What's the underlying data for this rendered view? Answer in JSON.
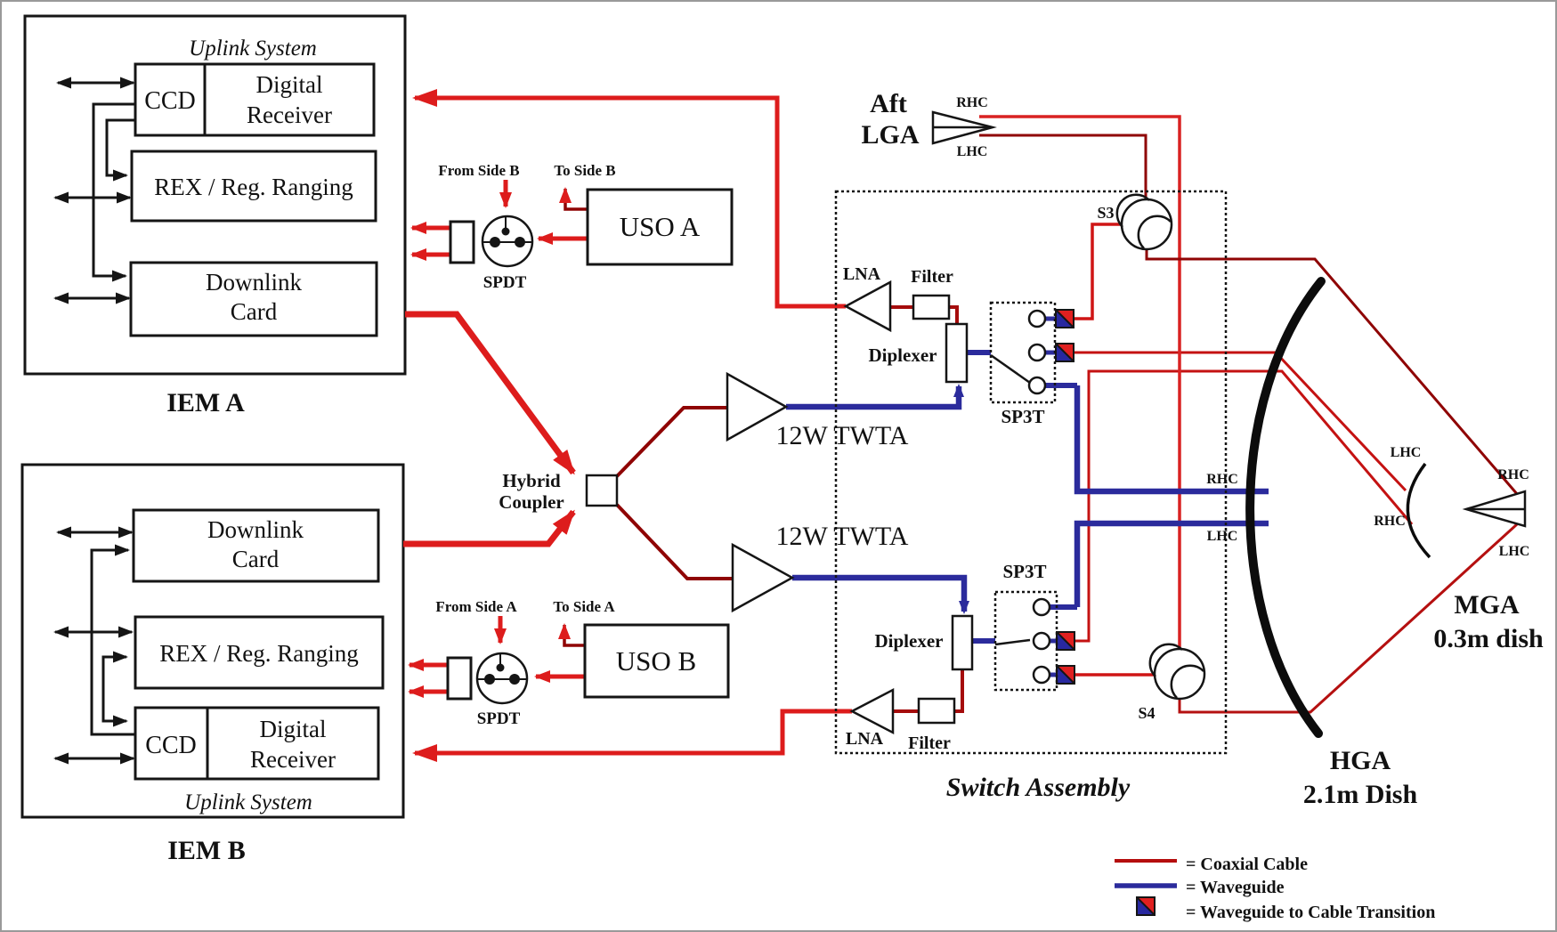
{
  "iem_a": {
    "title": "Uplink System",
    "ccd": "CCD",
    "digital_line1": "Digital",
    "digital_line2": "Receiver",
    "rex": "REX / Reg. Ranging",
    "downlink_line1": "Downlink",
    "downlink_line2": "Card",
    "name": "IEM A"
  },
  "iem_b": {
    "title": "Uplink System",
    "ccd": "CCD",
    "digital_line1": "Digital",
    "digital_line2": "Receiver",
    "rex": "REX / Reg. Ranging",
    "downlink_line1": "Downlink",
    "downlink_line2": "Card",
    "name": "IEM B"
  },
  "uso_a": {
    "from": "From Side B",
    "to": "To Side B",
    "spdt": "SPDT",
    "label": "USO A"
  },
  "uso_b": {
    "from": "From Side A",
    "to": "To Side A",
    "spdt": "SPDT",
    "label": "USO B"
  },
  "coupler": {
    "line1": "Hybrid",
    "line2": "Coupler"
  },
  "twta": {
    "top": "12W TWTA",
    "bottom": "12W TWTA"
  },
  "switch_assembly": {
    "title": "Switch Assembly",
    "lna_top": "LNA",
    "filter_top": "Filter",
    "diplexer_top": "Diplexer",
    "sp3t_top": "SP3T",
    "s3": "S3",
    "lna_bottom": "LNA",
    "filter_bottom": "Filter",
    "diplexer_bottom": "Diplexer",
    "sp3t_bottom": "SP3T",
    "s4": "S4"
  },
  "lga": {
    "line1": "Aft",
    "line2": "LGA",
    "rhc": "RHC",
    "lhc": "LHC"
  },
  "waveguides": {
    "rhc": "RHC",
    "lhc": "LHC"
  },
  "mga": {
    "line1": "MGA",
    "line2": "0.3m dish",
    "dish_lhc": "LHC",
    "dish_rhc": "RHC",
    "horn_rhc": "RHC",
    "horn_lhc": "LHC"
  },
  "hga": {
    "line1": "HGA",
    "line2": "2.1m Dish"
  },
  "legend": {
    "coax": "= Coaxial Cable",
    "waveguide": "= Waveguide",
    "transition": "= Waveguide to Cable Transition"
  },
  "colors": {
    "coax_bright": "#dd1c1c",
    "coax_mid": "#c41212",
    "coax_dark": "#8f0404",
    "waveguide_blue": "#2b2b9c"
  }
}
